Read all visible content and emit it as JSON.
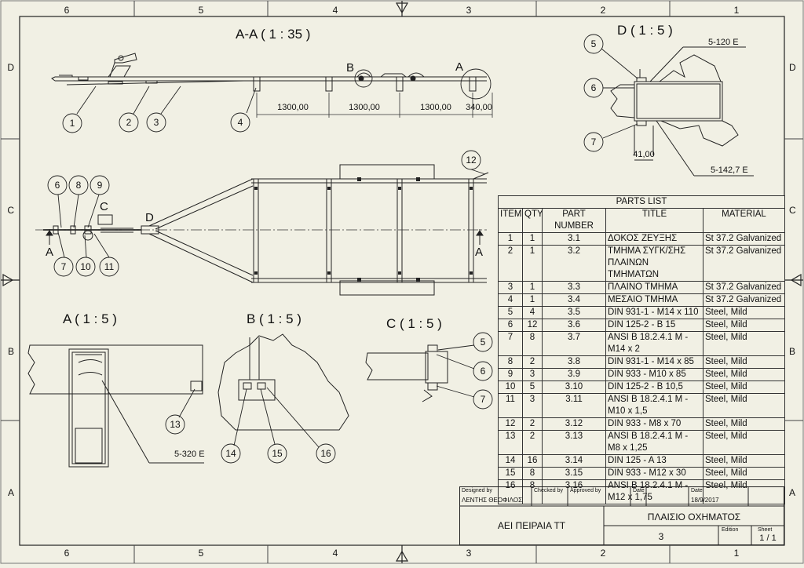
{
  "border": {
    "col_markers": [
      "6",
      "5",
      "4",
      "3",
      "2",
      "1"
    ],
    "row_markers": [
      "D",
      "C",
      "B",
      "A"
    ]
  },
  "views": {
    "aa": "A-A ( 1 : 35 )",
    "d": "D ( 1 : 5 )",
    "a": "A ( 1 : 5 )",
    "b": "B ( 1 : 5 )",
    "c": "C ( 1 : 5 )"
  },
  "section_marks": {
    "a_top": "A",
    "b_top": "B",
    "a_left": "A",
    "a_right": "A",
    "c": "C",
    "d": "D"
  },
  "dimensions": [
    "1300,00",
    "1300,00",
    "1300,00",
    "340,00",
    "41,00"
  ],
  "weld_symbols": [
    "5-120 E",
    "5-142,7 E",
    "5-320 E"
  ],
  "balloons": {
    "aa": [
      "1",
      "2",
      "3",
      "4"
    ],
    "plan": [
      "6",
      "8",
      "9",
      "7",
      "10",
      "11",
      "12"
    ],
    "d": [
      "5",
      "6",
      "7"
    ],
    "a": [
      "13"
    ],
    "b": [
      "14",
      "15",
      "16"
    ],
    "c": [
      "5",
      "6",
      "7"
    ]
  },
  "parts_list": {
    "caption": "PARTS LIST",
    "headers": [
      "ITEM",
      "QTY",
      "PART NUMBER",
      "TITLE",
      "MATERIAL"
    ],
    "rows": [
      [
        "1",
        "1",
        "3.1",
        "ΔΟΚΟΣ ΖΕΥΞΗΣ",
        "St 37.2 Galvanized"
      ],
      [
        "2",
        "1",
        "3.2",
        "ΤΜΗΜΑ ΣΥΓΚ/ΣΗΣ ΠΛΑΙΝΩΝ ΤΜΗΜΑΤΩΝ",
        "St 37.2 Galvanized"
      ],
      [
        "3",
        "1",
        "3.3",
        "ΠΛΑΙΝΟ ΤΜΗΜΑ",
        "St 37.2 Galvanized"
      ],
      [
        "4",
        "1",
        "3.4",
        "ΜΕΣΑΙΟ ΤΜΗΜΑ",
        "St 37.2 Galvanized"
      ],
      [
        "5",
        "4",
        "3.5",
        "DIN 931-1 - M14 x 110",
        "Steel, Mild"
      ],
      [
        "6",
        "12",
        "3.6",
        "DIN 125-2 - B 15",
        "Steel, Mild"
      ],
      [
        "7",
        "8",
        "3.7",
        "ANSI B 18.2.4.1 M - M14 x 2",
        "Steel, Mild"
      ],
      [
        "8",
        "2",
        "3.8",
        "DIN 931-1 - M14 x 85",
        "Steel, Mild"
      ],
      [
        "9",
        "3",
        "3.9",
        "DIN 933 - M10  x 85",
        "Steel, Mild"
      ],
      [
        "10",
        "5",
        "3.10",
        "DIN 125-2 - B 10,5",
        "Steel, Mild"
      ],
      [
        "11",
        "3",
        "3.11",
        "ANSI B 18.2.4.1 M - M10 x 1,5",
        "Steel, Mild"
      ],
      [
        "12",
        "2",
        "3.12",
        "DIN 933 - M8  x 70",
        "Steel, Mild"
      ],
      [
        "13",
        "2",
        "3.13",
        "ANSI B 18.2.4.1 M - M8 x 1,25",
        "Steel, Mild"
      ],
      [
        "14",
        "16",
        "3.14",
        "DIN 125 - A 13",
        "Steel, Mild"
      ],
      [
        "15",
        "8",
        "3.15",
        "DIN 933 - M12  x 30",
        "Steel, Mild"
      ],
      [
        "16",
        "8",
        "3.16",
        "ANSI B 18.2.4.1 M - M12 x 1,75",
        "Steel, Mild"
      ]
    ]
  },
  "title_block": {
    "designed_by_label": "Designed by",
    "designed_by": "ΛΕΝΤΗΣ ΘΕΟΦΙΛΟΣ",
    "checked_by_label": "Checked by",
    "approved_by_label": "Approved by",
    "date_label": "Date",
    "date_label2": "Date",
    "date": "18/9/2017",
    "organization": "ΑΕΙ ΠΕΙΡΑΙΑ ΤΤ",
    "title": "ΠΛΑΙΣΙΟ ΟΧΗΜΑΤΟΣ",
    "drawing_number": "3",
    "edition_label": "Edition",
    "sheet_label": "Sheet",
    "sheet": "1 / 1"
  }
}
